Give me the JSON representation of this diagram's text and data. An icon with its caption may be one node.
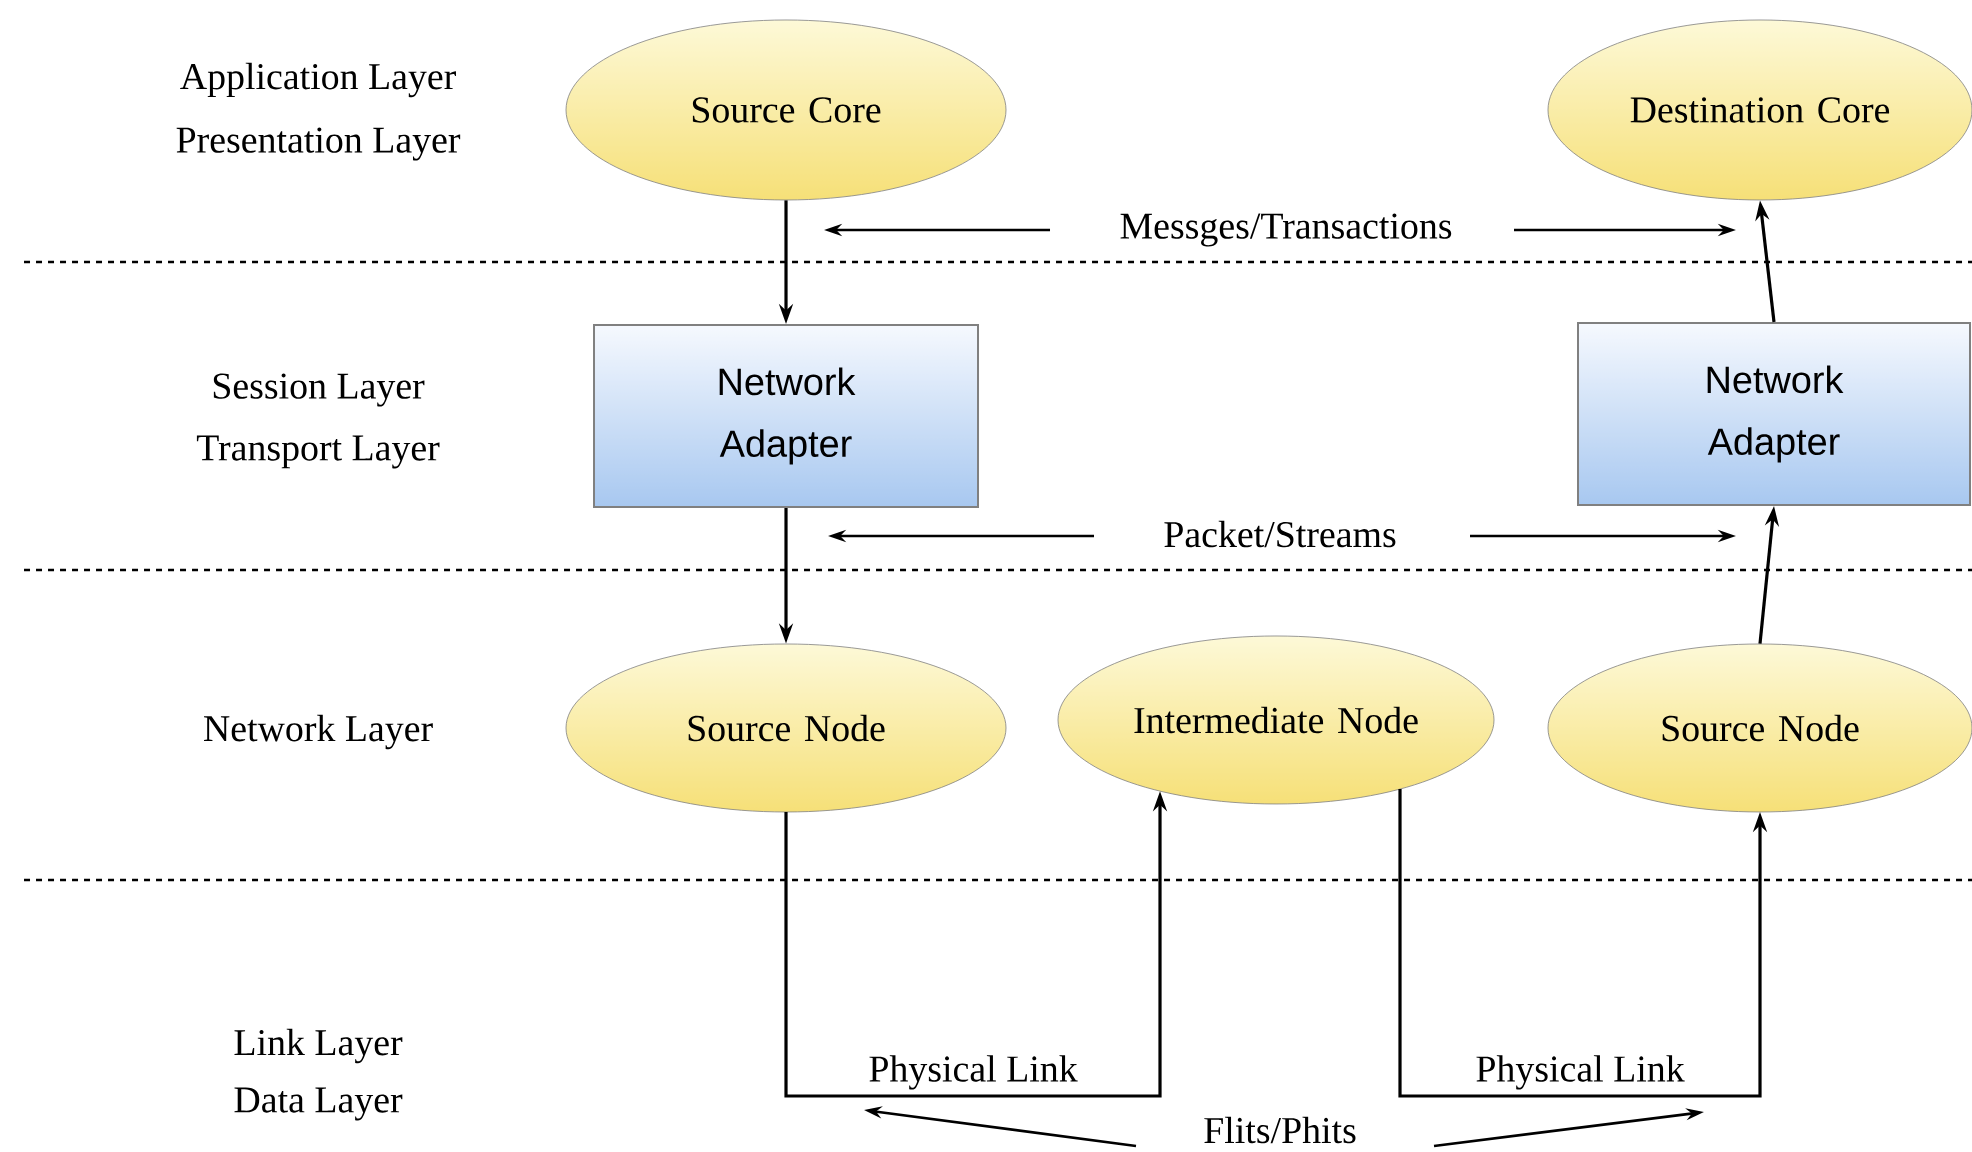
{
  "diagram": {
    "nodes": [
      {
        "text": [
          "Source Core"
        ]
      },
      {
        "text": [
          "Destination Core"
        ]
      },
      {
        "text": [
          "Network Adapter"
        ]
      },
      {
        "text": [
          "Network Adapter"
        ]
      },
      {
        "text": [
          "Source Node"
        ]
      },
      {
        "text": [
          "Intermediate Node"
        ]
      },
      {
        "text": [
          "Source Node"
        ]
      }
    ],
    "edges": [
      {
        "from": 0,
        "to": 2,
        "arrow": "to"
      },
      {
        "from": 2,
        "to": 4,
        "arrow": "to"
      },
      {
        "from": 4,
        "to": 5,
        "arrow": "to",
        "label": "Physical Link"
      },
      {
        "from": 5,
        "to": 6,
        "arrow": "to",
        "label": "Physical Link"
      },
      {
        "from": 6,
        "to": 3,
        "arrow": "to"
      },
      {
        "from": 3,
        "to": 1,
        "arrow": "to"
      }
    ],
    "labels": [
      "Application Layer",
      "Presentation Layer",
      "Messges/Transactions",
      "Session Layer",
      "Transport Layer",
      "Packet/Streams",
      "Network Layer",
      "Link Layer",
      "Data Layer",
      "Flits/Phits"
    ]
  }
}
